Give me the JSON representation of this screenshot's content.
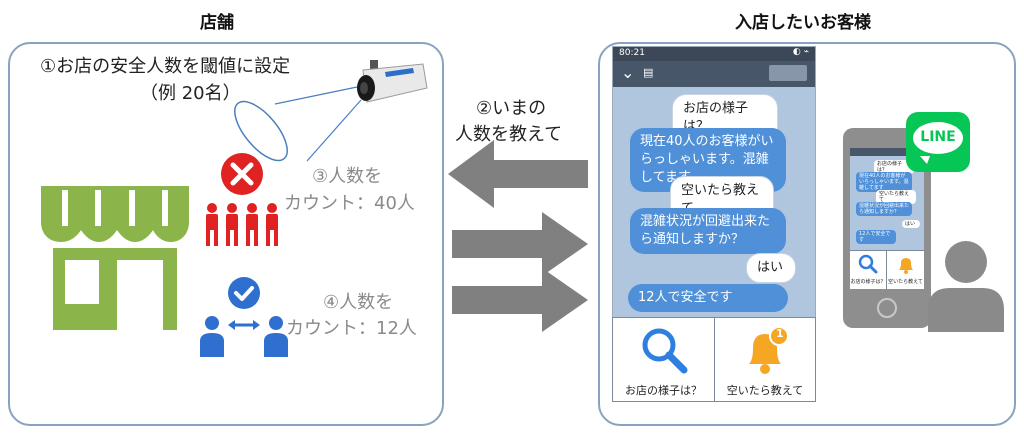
{
  "store": {
    "heading": "店舗",
    "step1_line1": "①お店の安全人数を閾値に設定",
    "step1_line2": "（例 20名）",
    "step3_line1": "③人数を",
    "step3_line2": "カウント：40人",
    "step4_line1": "④人数を",
    "step4_line2": "カウント：12人"
  },
  "middle": {
    "step2_line1": "②いまの",
    "step2_line2": "人数を教えて"
  },
  "customer": {
    "heading": "入店したいお客様",
    "line_logo": "LINE"
  },
  "chat": {
    "status_time": "80:21",
    "messages": [
      {
        "side": "right",
        "text": "お店の様子は？"
      },
      {
        "side": "left",
        "text": "現在40人のお客様がいらっしゃいます。混雑してます"
      },
      {
        "side": "right",
        "text": "空いたら教えて"
      },
      {
        "side": "left",
        "text": "混雑状況が回避出来たら通知しますか？"
      },
      {
        "side": "right",
        "text": "はい"
      },
      {
        "side": "left",
        "text": "12人で安全です"
      }
    ],
    "menu": [
      {
        "label": "お店の様子は？",
        "icon": "magnifier-icon"
      },
      {
        "label": "空いたら教えて",
        "icon": "bell-icon",
        "badge": "1"
      }
    ]
  },
  "colors": {
    "store_green": "#8bb44a",
    "people_red": "#e02222",
    "people_blue": "#2f6fd0",
    "arrow_gray": "#808080",
    "chat_bg": "#b0c6de",
    "bubble_blue": "#4f90d8",
    "line_green": "#06c755",
    "avatar_gray": "#8a8a8a"
  }
}
